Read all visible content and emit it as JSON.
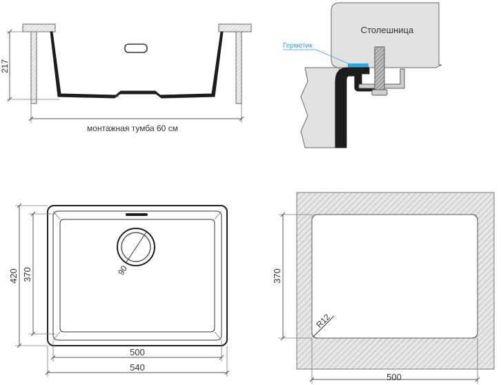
{
  "side_view": {
    "depth": "217",
    "cabinet_note": "монтажная тумба 60 см"
  },
  "mount_detail": {
    "countertop_label": "Столешница",
    "sealant_label": "Герметик"
  },
  "sink_top_view": {
    "outer_depth": "420",
    "inner_depth": "370",
    "drain_diameter": "90",
    "inner_width": "500",
    "outer_width": "540"
  },
  "cutout_view": {
    "cutout_depth": "370",
    "corner_radius": "R12",
    "cutout_width": "500"
  },
  "colors": {
    "sink_body": "#1c1c1c",
    "sealant": "#2aa8e0",
    "countertop_fill": "#e2e2e2",
    "hatch": "#9a9a9a"
  }
}
